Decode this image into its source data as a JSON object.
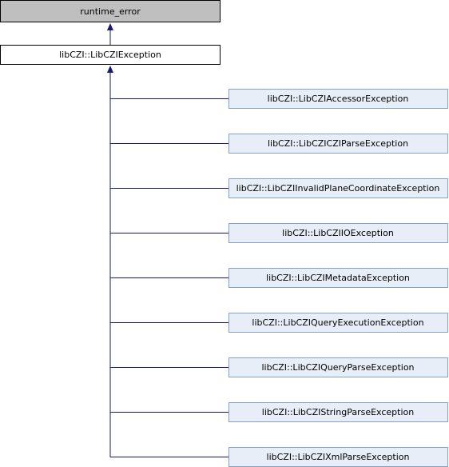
{
  "colors": {
    "root_fill": "#bfbfbf",
    "base_fill": "#ffffff",
    "derived_fill": "#e8eef7",
    "derived_border": "#84a0c6",
    "box_border": "#000000",
    "edge": "#191970"
  },
  "diagram": {
    "root": {
      "label": "runtime_error"
    },
    "base": {
      "label": "libCZI::LibCZIException"
    },
    "derived": [
      {
        "label": "libCZI::LibCZIAccessorException"
      },
      {
        "label": "libCZI::LibCZICZIParseException"
      },
      {
        "label": "libCZI::LibCZIInvalidPlaneCoordinateException"
      },
      {
        "label": "libCZI::LibCZIIOException"
      },
      {
        "label": "libCZI::LibCZIMetadataException"
      },
      {
        "label": "libCZI::LibCZIQueryExecutionException"
      },
      {
        "label": "libCZI::LibCZIQueryParseException"
      },
      {
        "label": "libCZI::LibCZIStringParseException"
      },
      {
        "label": "libCZI::LibCZIXmlParseException"
      }
    ]
  }
}
